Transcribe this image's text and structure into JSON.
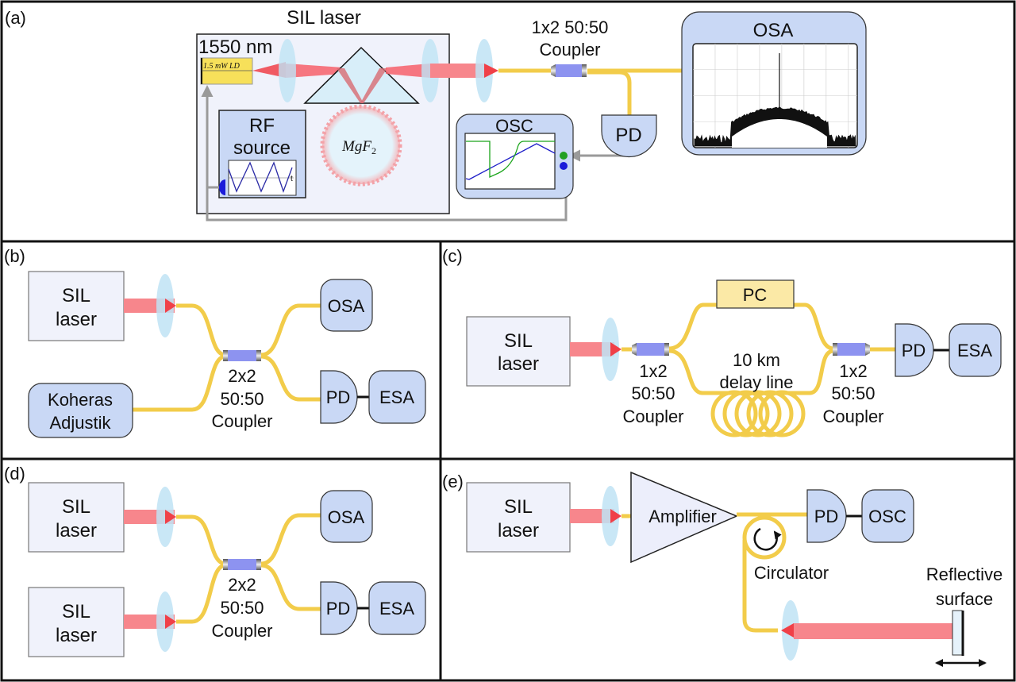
{
  "panels": {
    "a": {
      "label": "(a)",
      "sil_title": "SIL laser",
      "wavelength": "1550 nm",
      "ld_label": "1.5 mW LD",
      "rf_line1": "RF",
      "rf_line2": "source",
      "rf_t": "t",
      "resonator": "MgF",
      "resonator_sub": "2",
      "coupler_line1": "1x2 50:50",
      "coupler_line2": "Coupler",
      "osa": "OSA",
      "osc": "OSC",
      "pd": "PD"
    },
    "b": {
      "label": "(b)",
      "sil_line1": "SIL",
      "sil_line2": "laser",
      "koheras_line1": "Koheras",
      "koheras_line2": "Adjustik",
      "coupler_line1": "2x2",
      "coupler_line2": "50:50",
      "coupler_line3": "Coupler",
      "osa": "OSA",
      "pd": "PD",
      "esa": "ESA"
    },
    "c": {
      "label": "(c)",
      "sil_line1": "SIL",
      "sil_line2": "laser",
      "pc": "PC",
      "delay_line1": "10 km",
      "delay_line2": "delay line",
      "coupler1_line1": "1x2",
      "coupler1_line2": "50:50",
      "coupler1_line3": "Coupler",
      "coupler2_line1": "1x2",
      "coupler2_line2": "50:50",
      "coupler2_line3": "Coupler",
      "pd": "PD",
      "esa": "ESA"
    },
    "d": {
      "label": "(d)",
      "sil1_line1": "SIL",
      "sil1_line2": "laser",
      "sil2_line1": "SIL",
      "sil2_line2": "laser",
      "coupler_line1": "2x2",
      "coupler_line2": "50:50",
      "coupler_line3": "Coupler",
      "osa": "OSA",
      "pd": "PD",
      "esa": "ESA"
    },
    "e": {
      "label": "(e)",
      "sil_line1": "SIL",
      "sil_line2": "laser",
      "amplifier": "Amplifier",
      "circulator": "Circulator",
      "pd": "PD",
      "osc": "OSC",
      "reflective_line1": "Reflective",
      "reflective_line2": "surface"
    }
  },
  "colors": {
    "fiber": "#f2cc4a",
    "device": "#c9d8f5",
    "sil_box": "#f0f2fb",
    "coupler": "#8d93f0",
    "beam": "#f7868c",
    "lens": "#bfe3f5",
    "pc_box": "#fbe9a6",
    "ld": "#f7e05a",
    "signal_arrow": "#9a9a9a"
  }
}
